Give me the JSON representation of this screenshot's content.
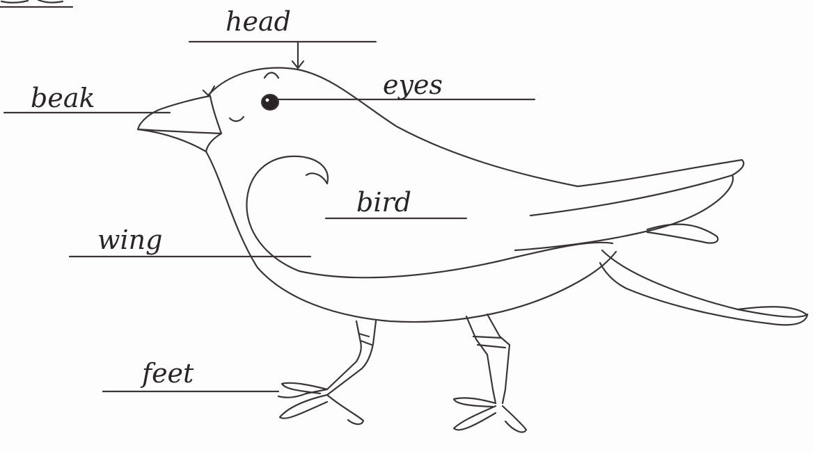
{
  "diagram": {
    "labels": {
      "head": "head",
      "beak": "beak",
      "eyes": "eyes",
      "bird": "bird",
      "wing": "wing",
      "feet": "feet"
    },
    "ink_color": "#3a3434",
    "paper_color": "#fdfdfd"
  }
}
